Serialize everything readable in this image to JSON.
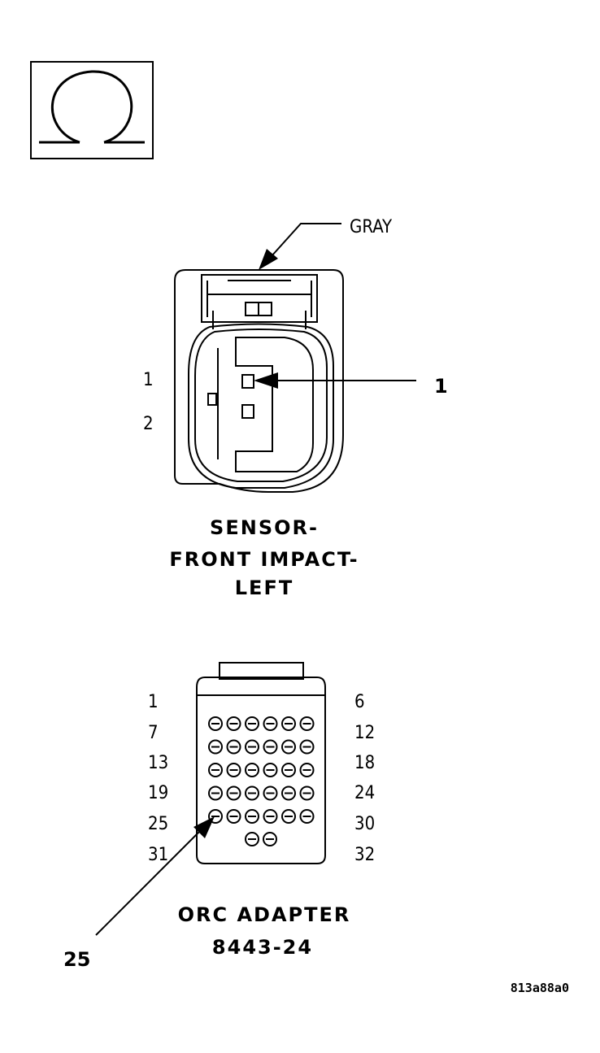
{
  "ohm_symbol": {
    "icon": "ohm-icon"
  },
  "sensor": {
    "wire_color": "GRAY",
    "title_lines": [
      "SENSOR-",
      "FRONT IMPACT-",
      "LEFT"
    ],
    "pins": [
      "1",
      "2"
    ],
    "callout": "1"
  },
  "adapter": {
    "title_lines": [
      "ORC ADAPTER",
      "8443-24"
    ],
    "left_pins": [
      "1",
      "7",
      "13",
      "19",
      "25",
      "31"
    ],
    "right_pins": [
      "6",
      "12",
      "18",
      "24",
      "30",
      "32"
    ],
    "callout": "25"
  },
  "figure_code": "813a88a0"
}
